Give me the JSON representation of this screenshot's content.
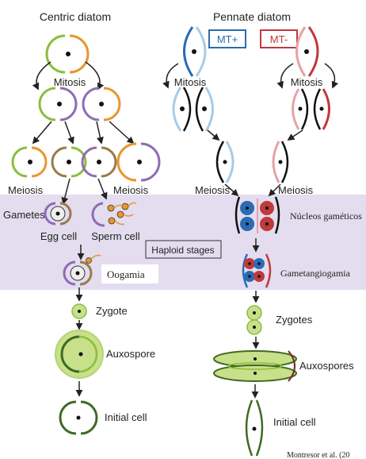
{
  "headers": {
    "left": "Centric diatom",
    "right": "Pennate diatom"
  },
  "mating_types": {
    "plus": "MT+",
    "minus": "MT-"
  },
  "labels": {
    "mitosis_left": "Mitosis",
    "mitosis_mid": "Mitosis",
    "mitosis_right": "Mitosis",
    "meiosis_1": "Meiosis",
    "meiosis_2": "Meiosis",
    "meiosis_3": "Meiosis",
    "meiosis_4": "Meiosis",
    "gametes": "Gametes",
    "egg_cell": "Egg cell",
    "sperm_cell": "Sperm cell",
    "haploid_stages": "Haploid stages",
    "zygote": "Zygote",
    "auxospore_left": "Auxospore",
    "initial_cell_left": "Initial cell",
    "zygotes": "Zygotes",
    "auxospores_right": "Auxospores",
    "initial_cell_right": "Initial cell"
  },
  "annotations": {
    "nucleos": "Núcleos gaméticos",
    "oogamia": "Oogamia",
    "gametangio": "Gametangiogamia",
    "citation": "Montresor et al. (20"
  },
  "colors": {
    "orange": "#E8962E",
    "green": "#8BBE3C",
    "purple": "#8E6CB6",
    "brown": "#9A7A4A",
    "dark_green": "#3E6B23",
    "light_green": "#C8E08A",
    "blue": "#2A6BB5",
    "light_blue": "#A9CBE6",
    "red": "#C0393B",
    "pink": "#E8A2A4",
    "haploid_band": "#E3DDEF",
    "arrow": "#222222"
  }
}
